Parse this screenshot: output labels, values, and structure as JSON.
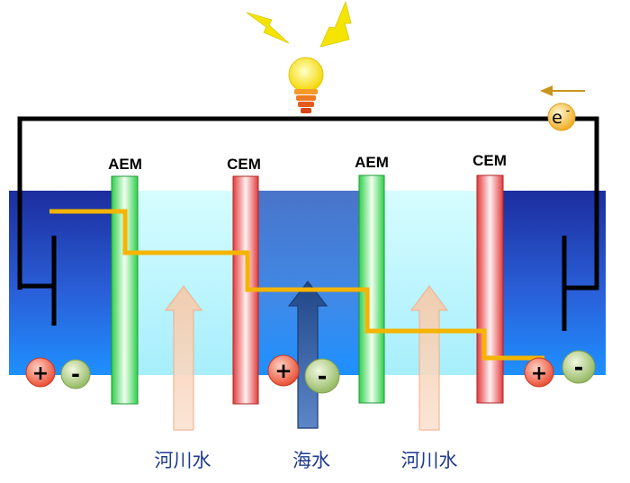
{
  "membranes": [
    {
      "label": "AEM",
      "type": "anion-exchange"
    },
    {
      "label": "CEM",
      "type": "cation-exchange"
    },
    {
      "label": "AEM",
      "type": "anion-exchange"
    },
    {
      "label": "CEM",
      "type": "cation-exchange"
    }
  ],
  "water_labels": [
    {
      "label": "河川水"
    },
    {
      "label": "海水"
    },
    {
      "label": "河川水"
    }
  ],
  "ion_signs": {
    "positive": "+",
    "negative": "-"
  },
  "electron": {
    "symbol": "e",
    "charge": "-"
  },
  "colors": {
    "wire": "#000000",
    "ion_path": "#f5b400",
    "aem": "#3ddc55",
    "cem": "#e84848",
    "river_arrow": "#f5b890",
    "sea_arrow": "#26508f",
    "tank_dark": "#1c2d9e",
    "tank_light": "#1e90ff",
    "chamber_pale": "#c6fbff",
    "electron_arrow": "#c8941a"
  },
  "icons": [
    "light-bulb-icon",
    "lightning-bolt-icon",
    "electron-flow-arrow-icon"
  ]
}
